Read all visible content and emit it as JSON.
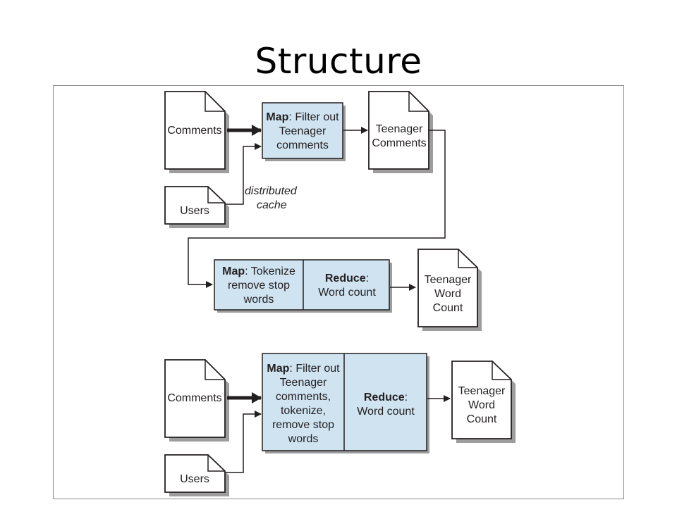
{
  "slide": {
    "title": "Structure"
  },
  "diagram1": {
    "comments_doc": "Comments",
    "users_doc": "Users",
    "map_bold": "Map",
    "map_line1_rest": ": Filter out",
    "map_line2": "Teenager",
    "map_line3": "comments",
    "cache_line1": "distributed",
    "cache_line2": "cache",
    "output_line1": "Teenager",
    "output_line2": "Comments"
  },
  "diagram2": {
    "map_bold": "Map",
    "map_line1_rest": ": Tokenize",
    "map_line2": "remove stop",
    "map_line3": "words",
    "reduce_bold": "Reduce",
    "reduce_line1_rest": ":",
    "reduce_line2": "Word count",
    "output_line1": "Teenager",
    "output_line2": "Word",
    "output_line3": "Count"
  },
  "diagram3": {
    "comments_doc": "Comments",
    "users_doc": "Users",
    "map_bold": "Map",
    "map_line1_rest": ": Filter out",
    "map_line2": "Teenager",
    "map_line3": "comments,",
    "map_line4": "tokenize,",
    "map_line5": "remove stop",
    "map_line6": "words",
    "reduce_bold": "Reduce",
    "reduce_line1_rest": ":",
    "reduce_line2": "Word count",
    "output_line1": "Teenager",
    "output_line2": "Word",
    "output_line3": "Count"
  },
  "colors": {
    "box_fill": "#cfe3f1",
    "stroke": "#231f20",
    "shadow": "#9d9d9d"
  }
}
